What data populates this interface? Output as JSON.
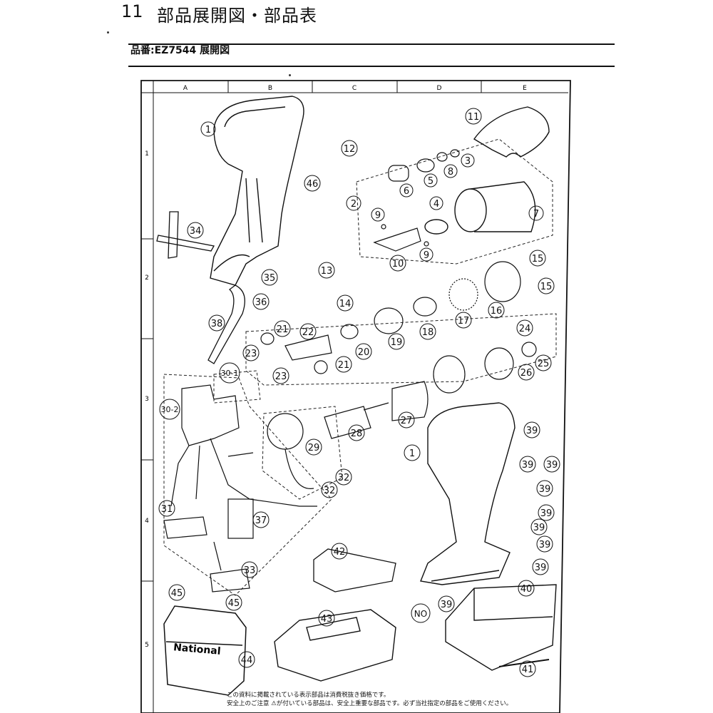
{
  "header": {
    "section_number": "11",
    "section_title": "部品展開図・部品表",
    "subtitle": "品番:EZ7544 展開図"
  },
  "grid": {
    "columns": [
      "A",
      "B",
      "C",
      "D",
      "E"
    ],
    "rows": [
      "1",
      "2",
      "3",
      "4",
      "5"
    ]
  },
  "callouts": [
    "1",
    "2",
    "3",
    "4",
    "5",
    "6",
    "7",
    "8",
    "9",
    "9",
    "10",
    "11",
    "12",
    "13",
    "14",
    "15",
    "15",
    "16",
    "17",
    "18",
    "19",
    "20",
    "21",
    "21",
    "22",
    "23",
    "23",
    "24",
    "25",
    "26",
    "27",
    "28",
    "29",
    "30-1",
    "30-2",
    "31",
    "32",
    "32",
    "33",
    "34",
    "35",
    "36",
    "37",
    "38",
    "39",
    "39",
    "39",
    "39",
    "39",
    "39",
    "39",
    "39",
    "39",
    "40",
    "41",
    "42",
    "43",
    "44",
    "45",
    "45",
    "46",
    "1",
    "NO"
  ],
  "case_brand": "National",
  "footer": {
    "line1": "この資料に掲載されている表示部品は消費税抜き価格です。",
    "line2": "安全上のご注意   ⚠が付いている部品は、安全上重要な部品です。必ず当社指定の部品をご使用ください。"
  }
}
